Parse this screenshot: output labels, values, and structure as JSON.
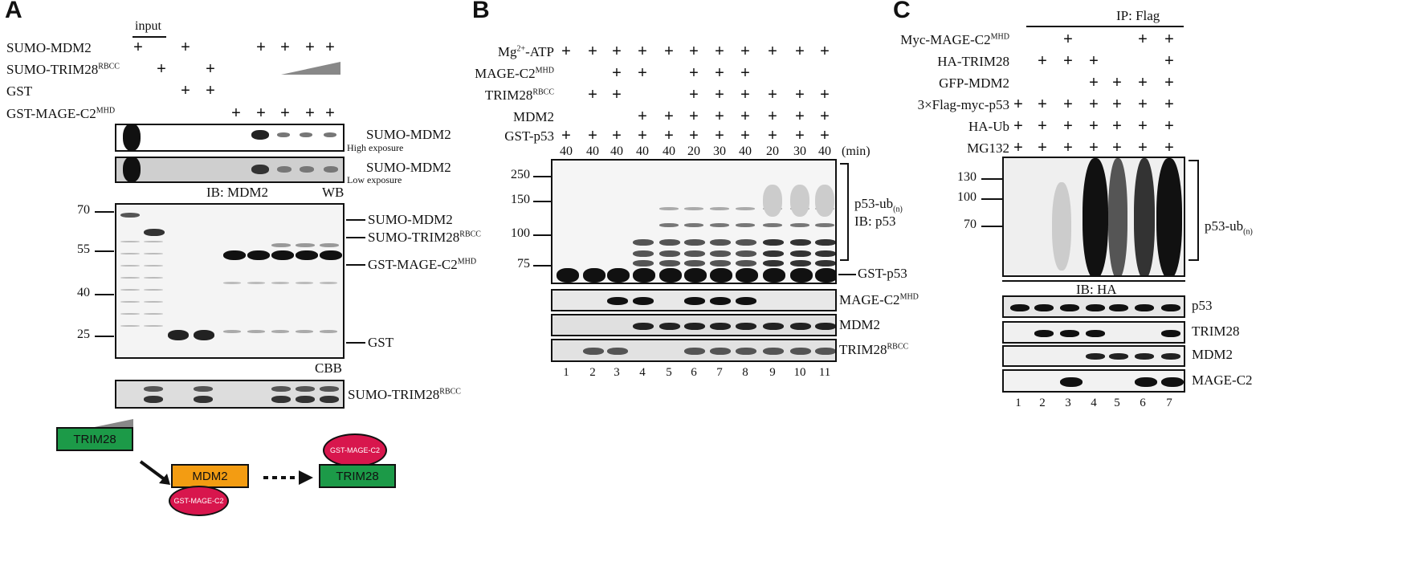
{
  "panels": {
    "A": "A",
    "B": "B",
    "C": "C"
  },
  "A": {
    "input_label": "input",
    "conditions": [
      {
        "label": "SUMO-MDM2",
        "marks": [
          "+",
          "",
          "+",
          "",
          "",
          "+",
          "+",
          "+",
          "+"
        ]
      },
      {
        "label": "SUMO-TRIM28",
        "sup": "RBCC",
        "marks": [
          "",
          "+",
          "",
          "+",
          "",
          "",
          "",
          "",
          ""
        ]
      },
      {
        "label": "GST",
        "marks": [
          "",
          "",
          "+",
          "+",
          "",
          "",
          "",
          "",
          ""
        ]
      },
      {
        "label": "GST-MAGE-C2",
        "sup": "MHD",
        "marks": [
          "",
          "",
          "",
          "",
          "+",
          "+",
          "+",
          "+",
          "+"
        ]
      }
    ],
    "blot_labels": {
      "high": "SUMO-MDM2",
      "high_note": "High exposure",
      "low": "SUMO-MDM2",
      "low_note": "Low exposure",
      "ib": "IB: MDM2",
      "wb": "WB",
      "cbb": "CBB",
      "trim_bottom": "SUMO-TRIM28",
      "trim_bottom_sup": "RBCC"
    },
    "gel_labels": [
      {
        "text": "SUMO-MDM2",
        "sup": ""
      },
      {
        "text": "SUMO-TRIM28",
        "sup": "RBCC"
      },
      {
        "text": "GST-MAGE-C2",
        "sup": "MHD"
      },
      {
        "text": "GST",
        "sup": ""
      }
    ],
    "mw": [
      "70",
      "55",
      "40",
      "25"
    ],
    "schematic": {
      "trim": "TRIM28",
      "mdm2": "MDM2",
      "mage1": "GST-MAGE-C2",
      "mage2": "GST-MAGE-C2",
      "trim2": "TRIM28"
    }
  },
  "B": {
    "conditions": [
      {
        "label": "Mg",
        "sup": "2+",
        "suffix": "-ATP",
        "marks": [
          "+",
          "+",
          "+",
          "+",
          "+",
          "+",
          "+",
          "+",
          "+",
          "+",
          "+"
        ]
      },
      {
        "label": "MAGE-C2",
        "sup": "MHD",
        "suffix": "",
        "marks": [
          "",
          "",
          "+",
          "+",
          "",
          "+",
          "+",
          "+",
          "",
          "",
          ""
        ]
      },
      {
        "label": "TRIM28",
        "sup": "RBCC",
        "suffix": "",
        "marks": [
          "",
          "+",
          "+",
          "",
          "",
          "+",
          "+",
          "+",
          "+",
          "+",
          "+"
        ]
      },
      {
        "label": "MDM2",
        "sup": "",
        "suffix": "",
        "marks": [
          "",
          "",
          "",
          "+",
          "+",
          "+",
          "+",
          "+",
          "+",
          "+",
          "+"
        ]
      },
      {
        "label": "GST-p53",
        "sup": "",
        "suffix": "",
        "marks": [
          "+",
          "+",
          "+",
          "+",
          "+",
          "+",
          "+",
          "+",
          "+",
          "+",
          "+"
        ]
      }
    ],
    "times": [
      "40",
      "40",
      "40",
      "40",
      "40",
      "20",
      "30",
      "40",
      "20",
      "30",
      "40"
    ],
    "time_unit": "(min)",
    "mw": [
      "250",
      "150",
      "100",
      "75"
    ],
    "labels": {
      "ub": "p53-ub",
      "ub_sub": "(n)",
      "ib": "IB: p53",
      "gstp53": "GST-p53",
      "mage": "MAGE-C2",
      "mage_sup": "MHD",
      "mdm2": "MDM2",
      "trim": "TRIM28",
      "trim_sup": "RBCC"
    },
    "lanes": [
      "1",
      "2",
      "3",
      "4",
      "5",
      "6",
      "7",
      "8",
      "9",
      "10",
      "11"
    ]
  },
  "C": {
    "ip": "IP: Flag",
    "conditions": [
      {
        "label": "Myc-MAGE-C2",
        "sup": "MHD",
        "marks": [
          "",
          "",
          "+",
          "",
          "",
          "+",
          "+"
        ]
      },
      {
        "label": "HA-TRIM28",
        "sup": "",
        "marks": [
          "",
          "+",
          "+",
          "+",
          "",
          "",
          "+"
        ]
      },
      {
        "label": "GFP-MDM2",
        "sup": "",
        "marks": [
          "",
          "",
          "",
          "+",
          "+",
          "+",
          "+"
        ]
      },
      {
        "label": "3×Flag-myc-p53",
        "sup": "",
        "marks": [
          "+",
          "+",
          "+",
          "+",
          "+",
          "+",
          "+"
        ]
      },
      {
        "label": "HA-Ub",
        "sup": "",
        "marks": [
          "+",
          "+",
          "+",
          "+",
          "+",
          "+",
          "+"
        ]
      },
      {
        "label": "MG132",
        "sup": "",
        "marks": [
          "+",
          "+",
          "+",
          "+",
          "+",
          "+",
          "+"
        ]
      }
    ],
    "mw": [
      "130",
      "100",
      "70"
    ],
    "labels": {
      "ub": "p53-ub",
      "ub_sub": "(n)",
      "ib": "IB: HA",
      "p53": "p53",
      "trim": "TRIM28",
      "mdm2": "MDM2",
      "mage": "MAGE-C2"
    },
    "lanes": [
      "1",
      "2",
      "3",
      "4",
      "5",
      "6",
      "7"
    ]
  }
}
